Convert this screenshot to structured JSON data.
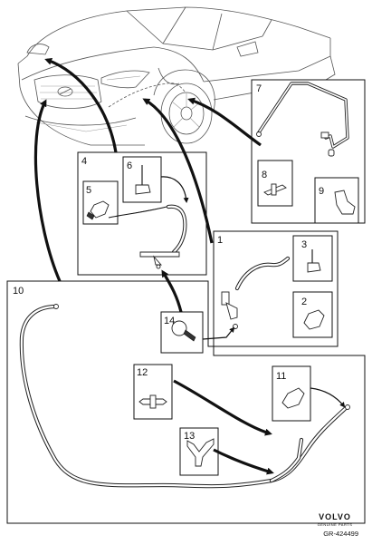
{
  "callouts": {
    "c1": "1",
    "c2": "2",
    "c3": "3",
    "c4": "4",
    "c5": "5",
    "c6": "6",
    "c7": "7",
    "c8": "8",
    "c9": "9",
    "c10": "10",
    "c11": "11",
    "c12": "12",
    "c13": "13",
    "c14": "14"
  },
  "footer": {
    "brand": "VOLVO",
    "brand_sub": "GENUINE PARTS",
    "reference": "GR-424499"
  },
  "icons": {
    "logo": "volvo-genuine-parts-logo"
  }
}
